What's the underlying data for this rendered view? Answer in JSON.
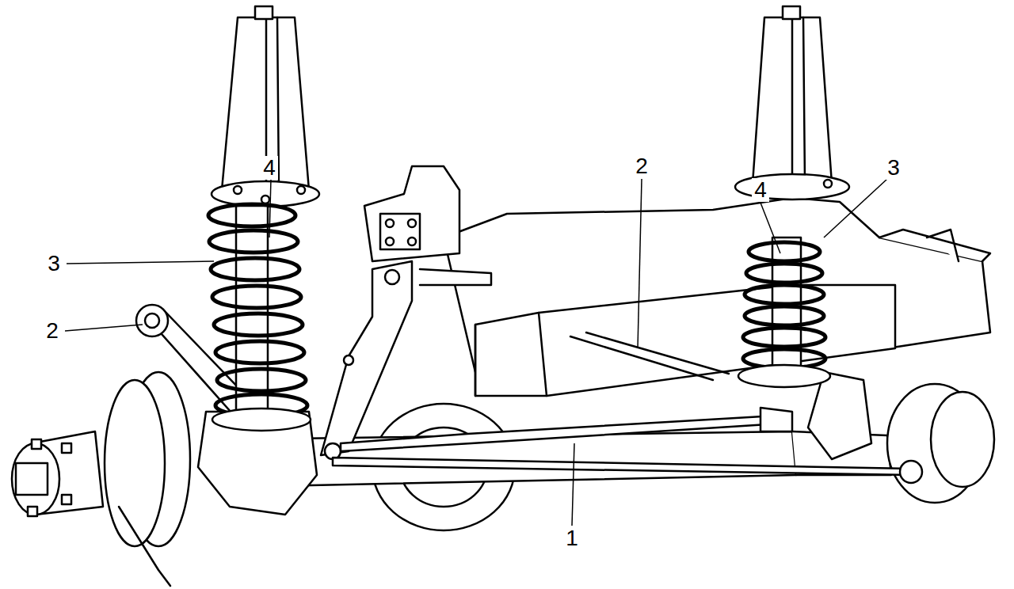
{
  "diagram": {
    "labels": [
      "4",
      "2",
      "3",
      "4",
      "3",
      "2",
      "1"
    ]
  }
}
